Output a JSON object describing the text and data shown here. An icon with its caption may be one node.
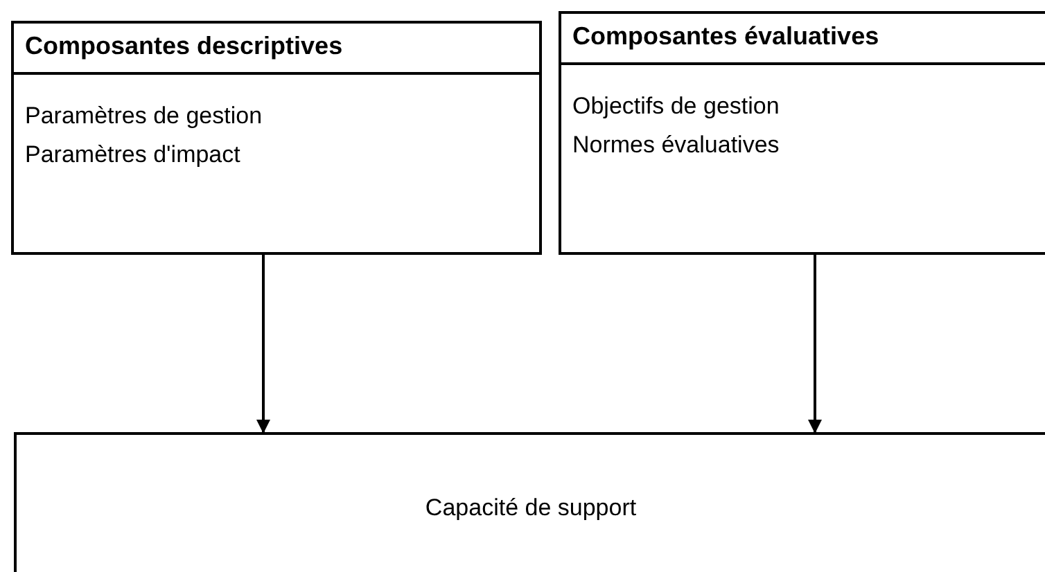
{
  "diagram": {
    "nodes": [
      {
        "text": [
          "Composantes descriptives",
          "Paramètres de gestion",
          "Paramètres d'impact"
        ]
      },
      {
        "text": [
          "Composantes évaluatives",
          "Objectifs de gestion",
          "Normes évaluatives"
        ]
      },
      {
        "text": [
          "Capacité de support"
        ]
      }
    ],
    "edges": [
      {
        "from": 0,
        "to": 2,
        "arrow": "to"
      },
      {
        "from": 1,
        "to": 2,
        "arrow": "to"
      }
    ]
  }
}
